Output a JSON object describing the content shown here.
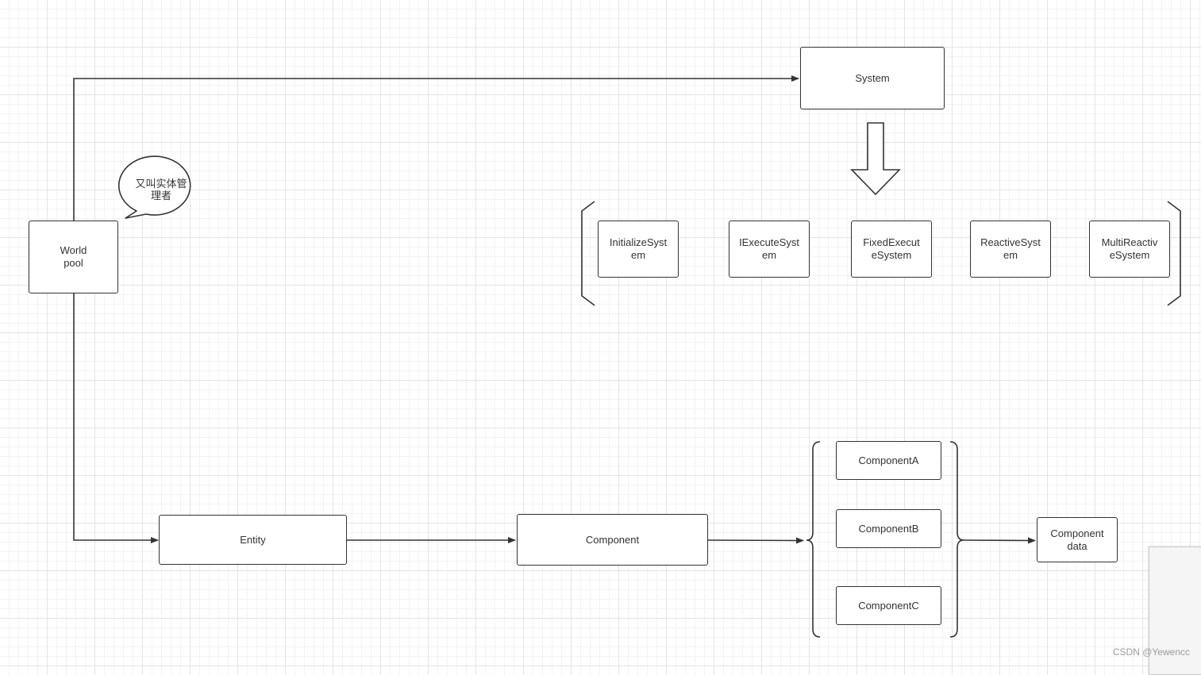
{
  "nodes": {
    "world_pool": "World\npool",
    "system": "System",
    "initialize_system": "InitializeSyst\nem",
    "iexecute_system": "IExecuteSyst\nem",
    "fixed_execute_system": "FixedExecut\neSystem",
    "reactive_system": "ReactiveSyst\nem",
    "multi_reactive_system": "MultiReactiv\neSystem",
    "entity": "Entity",
    "component": "Component",
    "component_a": "ComponentA",
    "component_b": "ComponentB",
    "component_c": "ComponentC",
    "component_data": "Component\ndata"
  },
  "callout": "又叫实体管\n理者",
  "watermark": "CSDN @Yewencc",
  "colors": {
    "stroke": "#333333",
    "fill": "#ffffff"
  }
}
